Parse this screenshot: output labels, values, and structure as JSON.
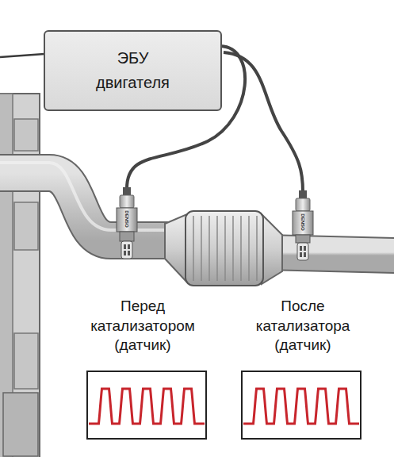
{
  "diagram": {
    "nodes": [
      {
        "text": [
          "ЭБУ двигателя"
        ]
      }
    ],
    "labels": [
      "Перед катализатором (датчик)",
      "После катализатора (датчик)",
      "DENSO",
      "DENSO"
    ]
  }
}
